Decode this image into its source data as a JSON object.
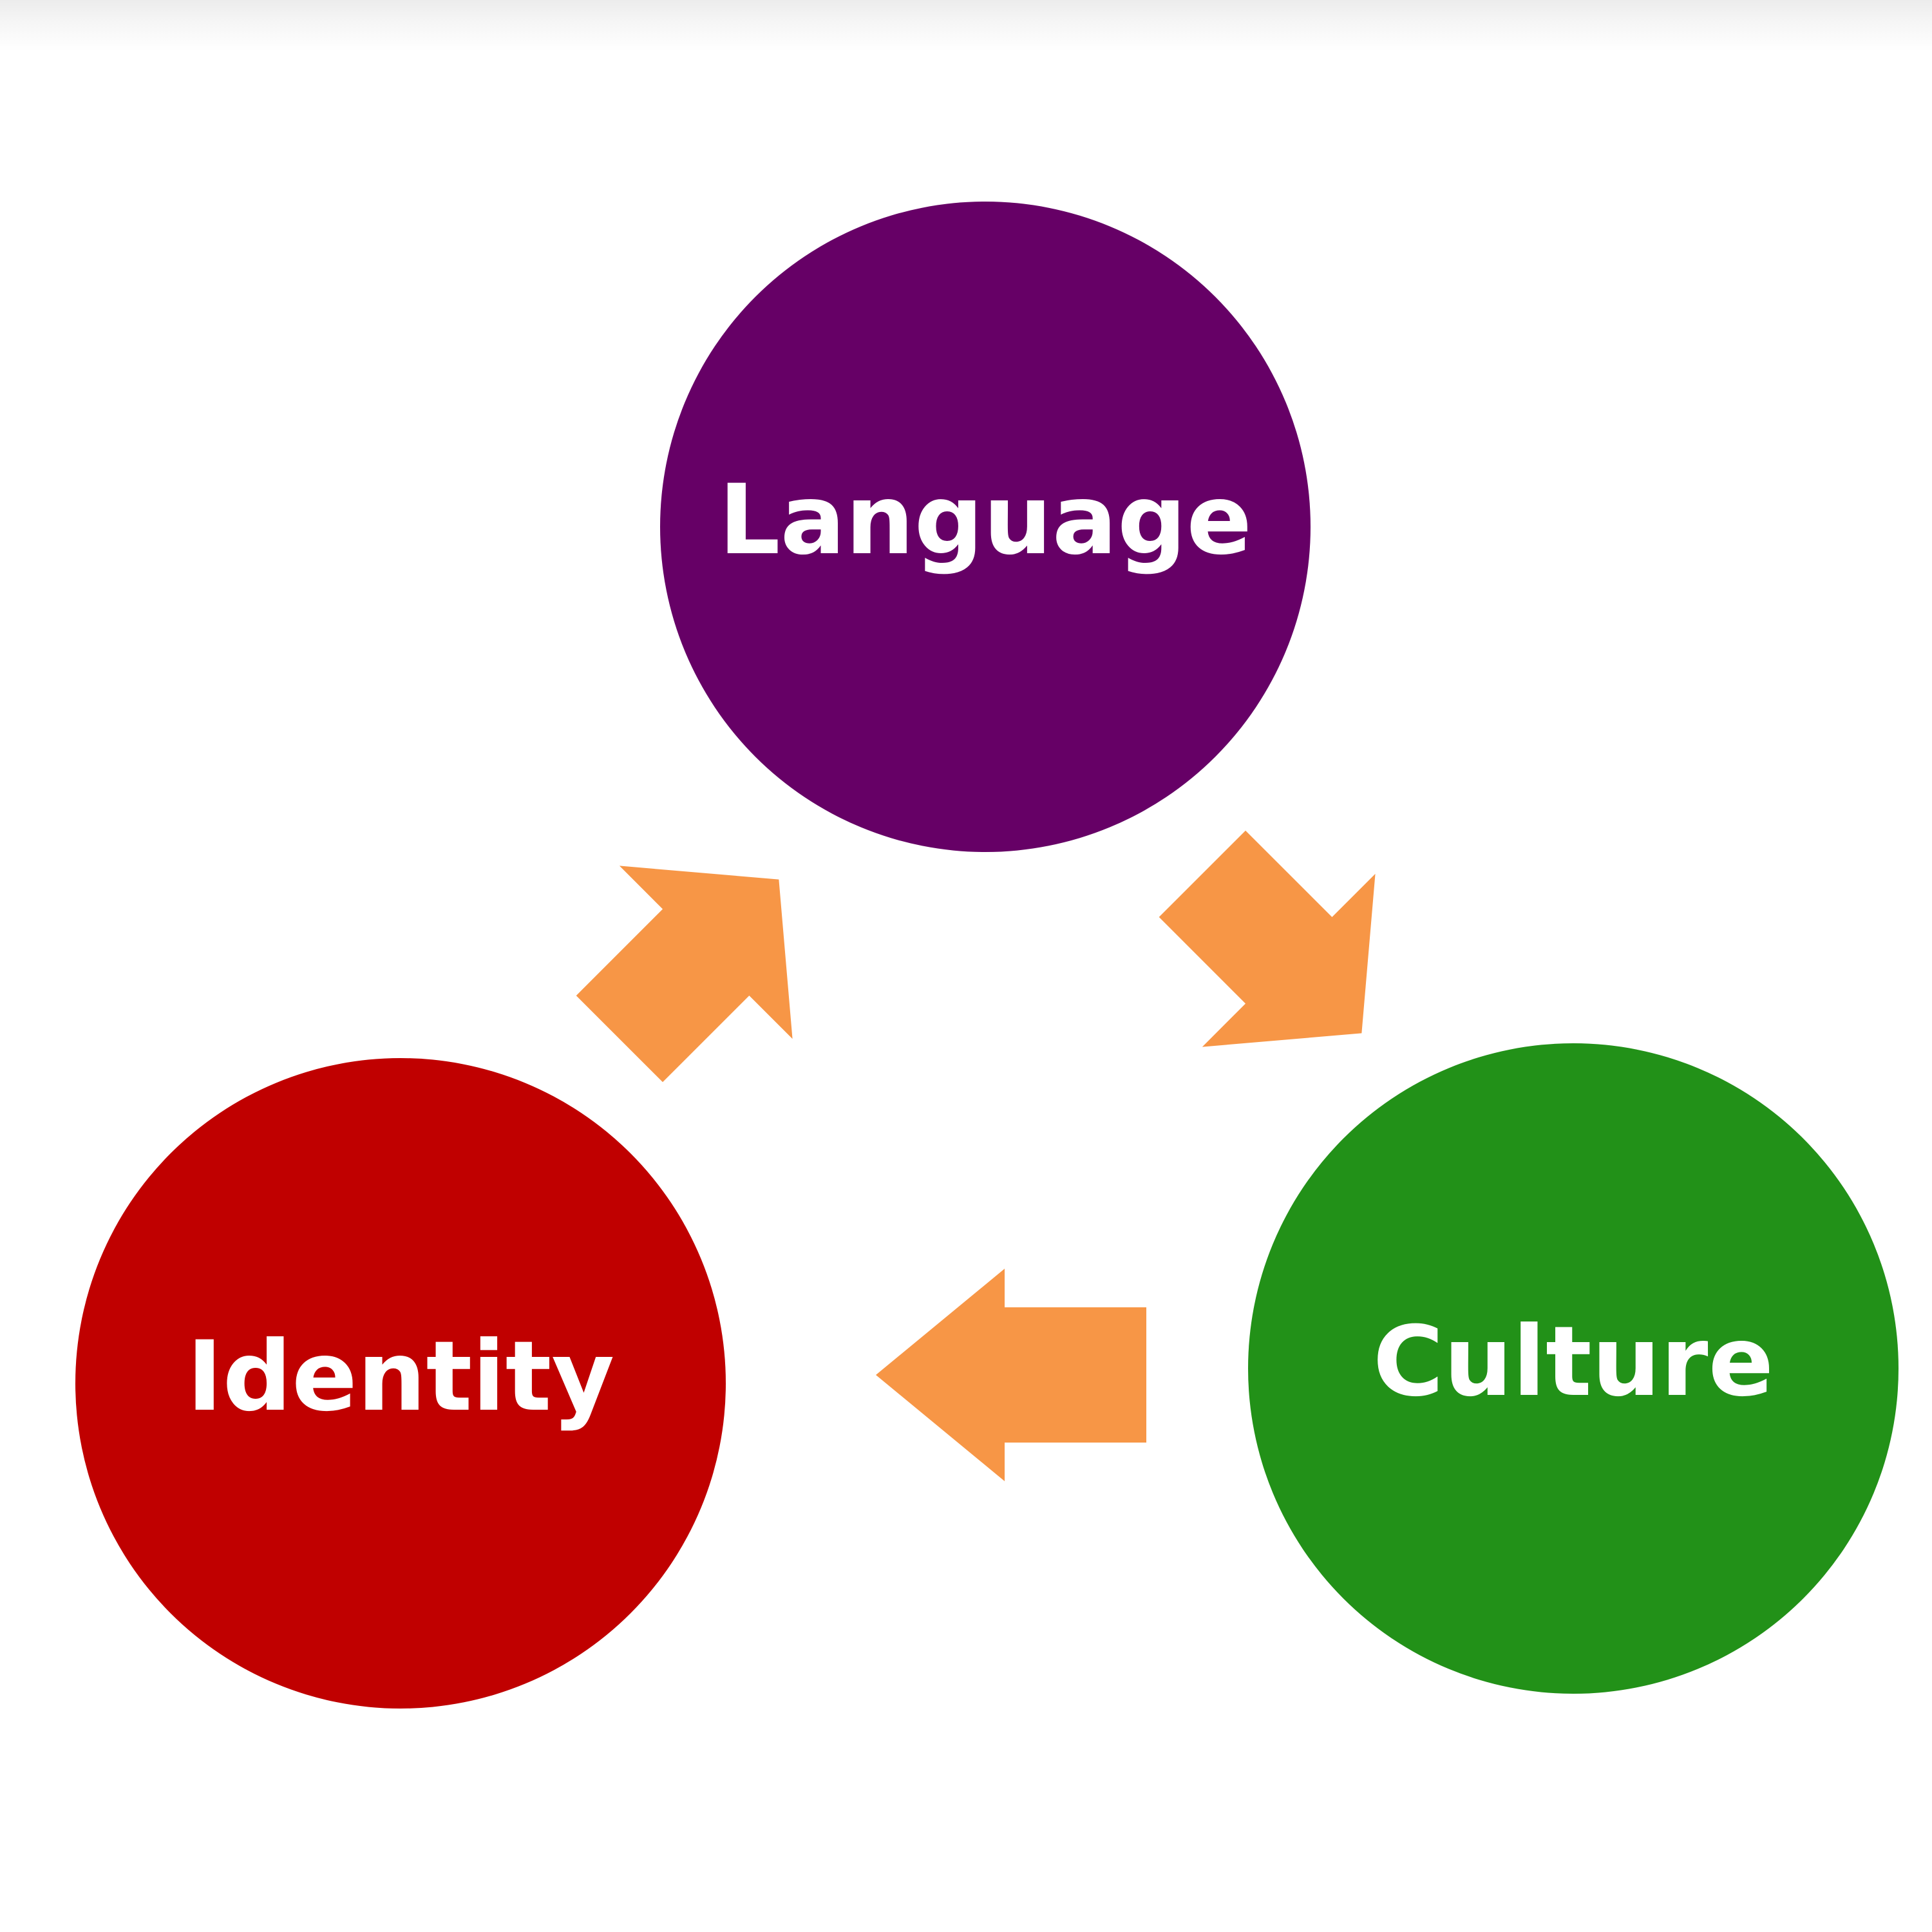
{
  "nodes": [
    {
      "id": "language",
      "label": "Language",
      "color": "#660066"
    },
    {
      "id": "culture",
      "label": "Culture",
      "color": "#229118"
    },
    {
      "id": "identity",
      "label": "Identity",
      "color": "#c00000"
    }
  ],
  "edges": [
    {
      "from": "language",
      "to": "culture"
    },
    {
      "from": "culture",
      "to": "identity"
    },
    {
      "from": "identity",
      "to": "language"
    }
  ],
  "arrow_color": "#f79646"
}
